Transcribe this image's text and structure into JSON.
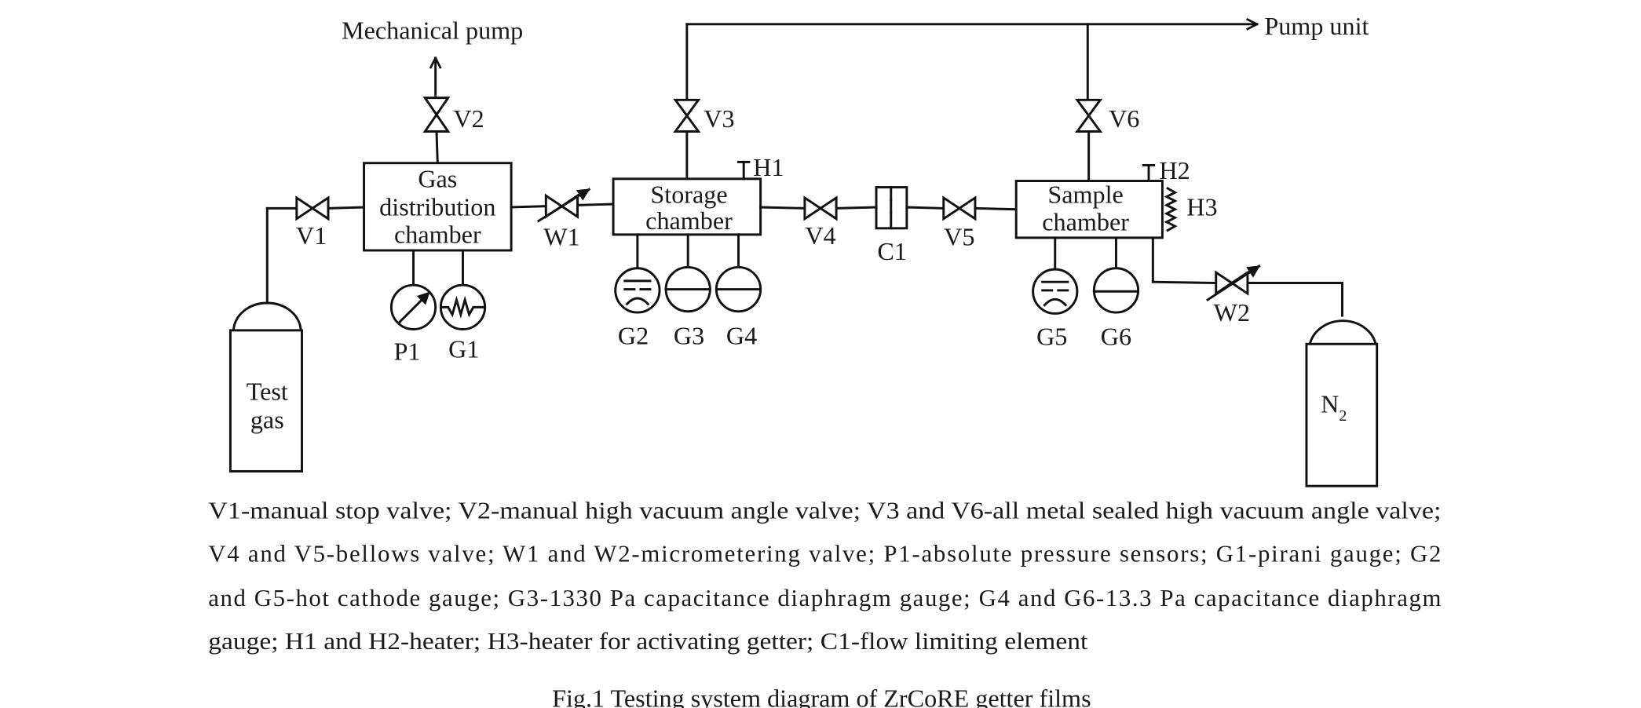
{
  "figure": {
    "title": "Fig.1  Testing system diagram of ZrCoRE getter films",
    "line_color": "#111111",
    "background": "#ffffff"
  },
  "components": {
    "mechanical_pump": "Mechanical pump",
    "pump_unit": "Pump unit",
    "gas_chamber": [
      "Gas",
      "distribution",
      "chamber"
    ],
    "storage_chamber": [
      "Storage",
      "chamber"
    ],
    "sample_chamber": [
      "Sample",
      "chamber"
    ],
    "test_gas": [
      "Test",
      "gas"
    ],
    "n2": {
      "base": "N",
      "sub": "2"
    }
  },
  "labels": {
    "V1": "V1",
    "V2": "V2",
    "V3": "V3",
    "V4": "V4",
    "V5": "V5",
    "V6": "V6",
    "W1": "W1",
    "W2": "W2",
    "C1": "C1",
    "P1": "P1",
    "G1": "G1",
    "G2": "G2",
    "G3": "G3",
    "G4": "G4",
    "G5": "G5",
    "G6": "G6",
    "H1": "H1",
    "H2": "H2",
    "H3": "H3"
  },
  "legend_lines": [
    "V1-manual stop valve; V2-manual high vacuum angle valve; V3 and V6-all metal sealed high vacuum angle valve;",
    "V4 and V5-bellows valve; W1 and W2-micrometering valve; P1-absolute pressure sensors; G1-pirani gauge; G2",
    "and G5-hot cathode gauge; G3-1330 Pa capacitance diaphragm gauge; G4 and G6-13.3 Pa capacitance diaphragm",
    "gauge; H1 and H2-heater; H3-heater for activating getter; C1-flow limiting element"
  ]
}
